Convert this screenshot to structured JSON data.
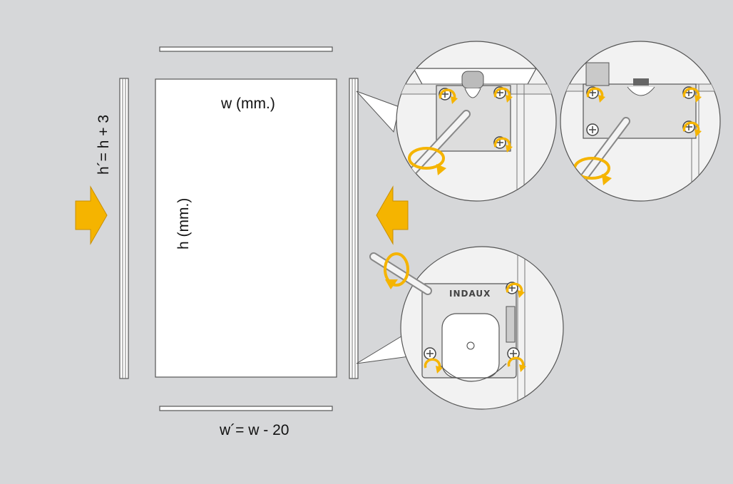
{
  "labels": {
    "width": "w (mm.)",
    "height": "h (mm.)",
    "adjusted_height": "h´= h + 3",
    "adjusted_width": "w´= w - 20",
    "brand": "INDAUX"
  },
  "icons": [
    "arrow-right-icon",
    "arrow-left-icon",
    "screw-icon",
    "rotate-arrow-icon",
    "screwdriver-icon"
  ],
  "colors": {
    "background": "#d6d7d9",
    "arrow": "#f5b400",
    "panel": "#ffffff",
    "outline": "#555555"
  }
}
